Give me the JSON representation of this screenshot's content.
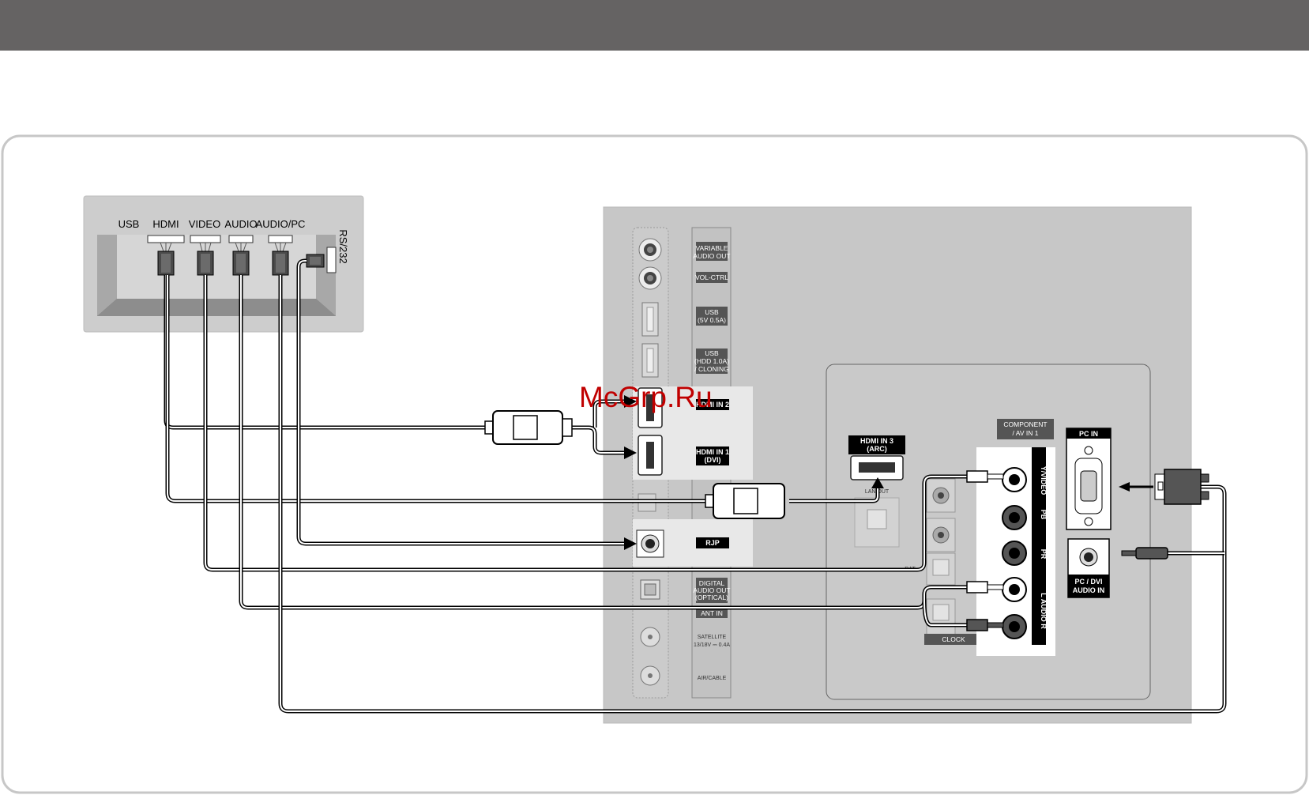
{
  "watermark": "McGrp.Ru",
  "box": {
    "ports": [
      "USB",
      "HDMI",
      "VIDEO",
      "AUDIO",
      "AUDIO/PC"
    ],
    "rs232": "RS/232"
  },
  "tv_side": {
    "variable_audio_out": [
      "VARIABLE",
      "AUDIO OUT"
    ],
    "vol_ctrl": "VOL-CTRL",
    "usb1": [
      "USB",
      "(5V 0.5A)"
    ],
    "usb2": [
      "USB",
      "(HDD 1.0A)",
      "/ CLONING"
    ],
    "hdmi2": "HDMI IN 2",
    "hdmi1": [
      "HDMI IN 1",
      "(DVI)"
    ],
    "rjp": "RJP",
    "digital_audio_out": [
      "DIGITAL",
      "AUDIO OUT",
      "(OPTICAL)"
    ],
    "ant_in": "ANT IN",
    "satellite": [
      "SATELLITE",
      "13/18V ⎓ 0.4A"
    ],
    "air_cable": "AIR/CABLE"
  },
  "tv_rear": {
    "hdmi3": [
      "HDMI IN 3",
      "(ARC)"
    ],
    "lan_out": "LAN OUT",
    "component": [
      "COMPONENT",
      "/ AV IN 1"
    ],
    "av_labels": [
      "Y/VIDEO",
      "PB",
      "PR",
      "L AUDIO R"
    ],
    "pc_in": "PC IN",
    "pc_dvi_audio": [
      "PC / DVI",
      "AUDIO IN"
    ],
    "clock": "CLOCK",
    "data": "DAT"
  }
}
